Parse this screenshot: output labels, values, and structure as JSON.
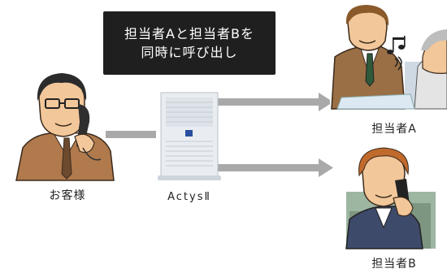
{
  "callout": {
    "line1": "担当者Aと担当者Bを",
    "line2": "同時に呼び出し"
  },
  "labels": {
    "customer": "お客様",
    "device": "ActysⅡ",
    "person_a": "担当者A",
    "person_b": "担当者B"
  },
  "icons": {
    "music_notes": "music-notes-icon"
  },
  "colors": {
    "arrow": "#a9a9a9",
    "callout_bg": "#1f1f1f",
    "suit": "#b07a4c",
    "skin": "#f2c79a",
    "device": "#e8ecf0",
    "device_badge": "#2a4fa0"
  }
}
